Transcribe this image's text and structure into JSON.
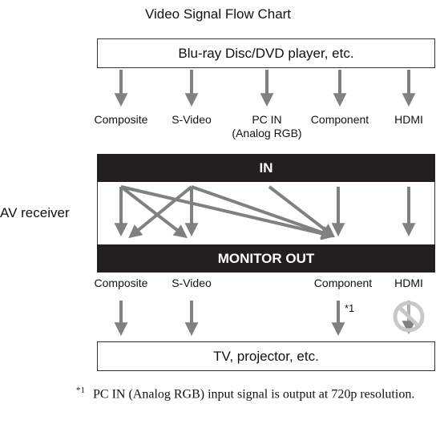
{
  "title": "Video Signal Flow Chart",
  "source": "Blu-ray Disc/DVD player, etc.",
  "inputs": {
    "composite": "Composite",
    "svideo": "S-Video",
    "pc_line1": "PC IN",
    "pc_line2": "(Analog RGB)",
    "component": "Component",
    "hdmi": "HDMI"
  },
  "receiver_label": "AV receiver",
  "in_label": "IN",
  "out_label": "MONITOR OUT",
  "outputs": {
    "composite": "Composite",
    "svideo": "S-Video",
    "component": "Component",
    "hdmi": "HDMI"
  },
  "output_marker": "*1",
  "sink": "TV, projector, etc.",
  "footnote": {
    "mark": "*1",
    "text": "PC IN (Analog RGB) input signal is output at 720p resolution."
  },
  "colors": {
    "arrow": "#808080",
    "bar": "#231f20"
  }
}
